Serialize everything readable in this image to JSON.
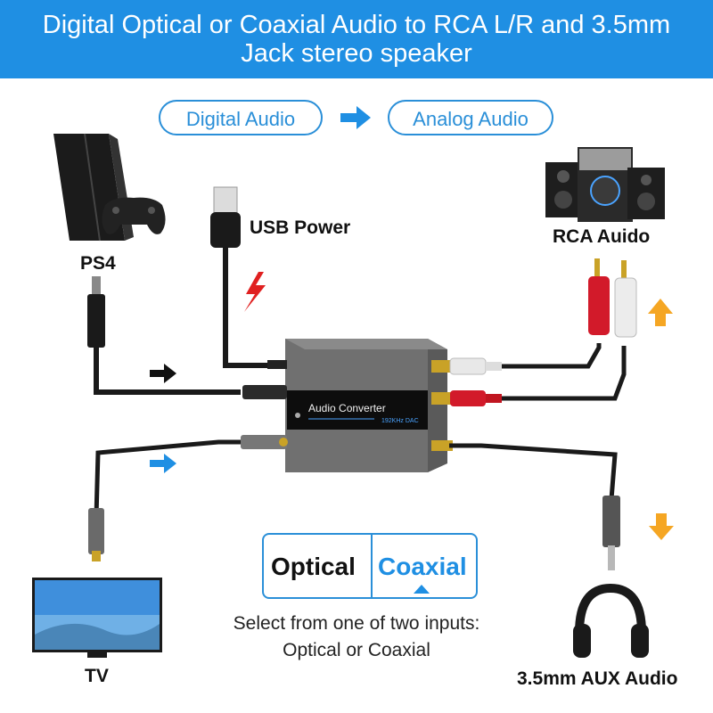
{
  "banner": {
    "title_line1": "Digital Optical or Coaxial Audio to RCA L/R and 3.5mm",
    "title_line2": "Jack stereo speaker"
  },
  "flow": {
    "from": "Digital Audio",
    "to": "Analog Audio"
  },
  "labels": {
    "usb": "USB Power",
    "ps4": "PS4",
    "rca": "RCA Auido",
    "tv": "TV",
    "aux": "3.5mm AUX Audio"
  },
  "device": {
    "name": "Audio Converter",
    "spec": "192KHz DAC"
  },
  "selector": {
    "optical": "Optical",
    "coaxial": "Coaxial"
  },
  "note": {
    "line1": "Select from one of two inputs:",
    "line2": "Optical or Coaxial"
  },
  "colors": {
    "accent": "#1f8fe3",
    "arrow_orange": "#f5a623",
    "arrow_black": "#111111",
    "bolt": "#e02020"
  }
}
